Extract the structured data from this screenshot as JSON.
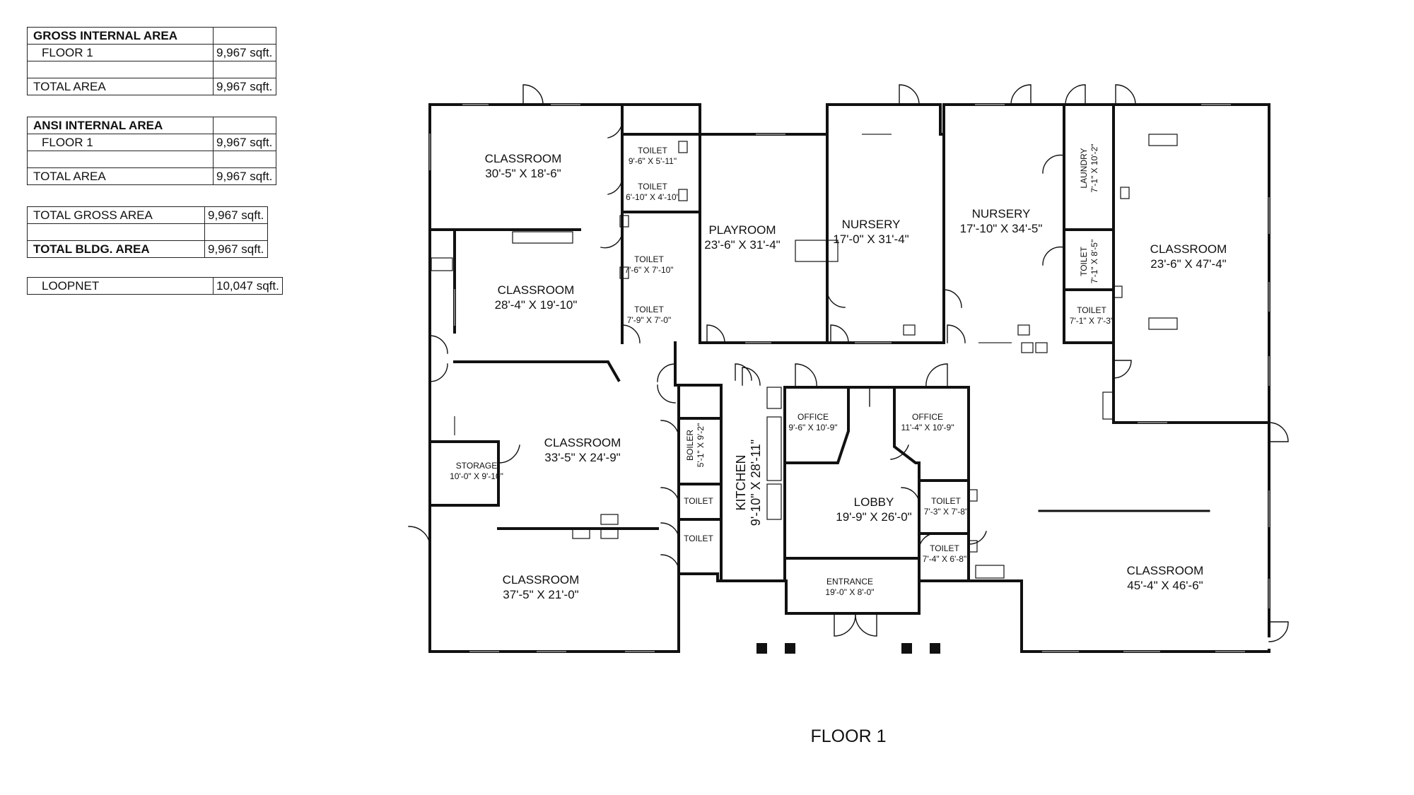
{
  "tables": [
    {
      "rows": [
        {
          "label": "GROSS INTERNAL AREA",
          "value": "",
          "bold": true,
          "indent": false
        },
        {
          "label": "FLOOR 1",
          "value": "9,967 sqft.",
          "bold": false,
          "indent": true
        },
        {
          "label": "",
          "value": "",
          "bold": false,
          "indent": false
        },
        {
          "label": "TOTAL AREA",
          "value": "9,967 sqft.",
          "bold": false,
          "indent": false
        }
      ]
    },
    {
      "rows": [
        {
          "label": "ANSI INTERNAL AREA",
          "value": "",
          "bold": true,
          "indent": false
        },
        {
          "label": "FLOOR 1",
          "value": "9,967 sqft.",
          "bold": false,
          "indent": true
        },
        {
          "label": "",
          "value": "",
          "bold": false,
          "indent": false
        },
        {
          "label": "TOTAL AREA",
          "value": "9,967 sqft.",
          "bold": false,
          "indent": false
        }
      ]
    },
    {
      "rows": [
        {
          "label": "TOTAL GROSS AREA",
          "value": "9,967 sqft.",
          "bold": false,
          "indent": false
        },
        {
          "label": "",
          "value": "",
          "bold": false,
          "indent": false
        },
        {
          "label": "TOTAL BLDG. AREA",
          "value": "9,967 sqft.",
          "bold": true,
          "indent": false
        }
      ]
    },
    {
      "rows": [
        {
          "label": "LOOPNET",
          "value": "10,047 sqft.",
          "bold": false,
          "indent": true
        }
      ]
    }
  ],
  "rooms": {
    "classroom_nw": {
      "name": "CLASSROOM",
      "dims": "30'-5\" X 18'-6\""
    },
    "classroom_w2": {
      "name": "CLASSROOM",
      "dims": "28'-4\" X 19'-10\""
    },
    "classroom_w3": {
      "name": "CLASSROOM",
      "dims": "33'-5\" X 24'-9\""
    },
    "classroom_sw": {
      "name": "CLASSROOM",
      "dims": "37'-5\" X 21'-0\""
    },
    "storage": {
      "name": "STORAGE",
      "dims": "10'-0\" X 9'-10\""
    },
    "toilet_1": {
      "name": "TOILET",
      "dims": "9'-6\" X 5'-11\""
    },
    "toilet_2": {
      "name": "TOILET",
      "dims": "6'-10\" X 4'-10\""
    },
    "toilet_3": {
      "name": "TOILET",
      "dims": "7'-6\" X 7'-10\""
    },
    "toilet_4": {
      "name": "TOILET",
      "dims": "7'-9\" X 7'-0\""
    },
    "playroom": {
      "name": "PLAYROOM",
      "dims": "23'-6\" X 31'-4\""
    },
    "nursery_1": {
      "name": "NURSERY",
      "dims": "17'-0\" X 31'-4\""
    },
    "nursery_2": {
      "name": "NURSERY",
      "dims": "17'-10\" X 34'-5\""
    },
    "laundry": {
      "name": "LAUNDRY",
      "dims": "7'-1\" X 10'-2\""
    },
    "toilet_5": {
      "name": "TOILET",
      "dims": "7'-1\" X 8'-5\""
    },
    "toilet_6": {
      "name": "TOILET",
      "dims": "7'-1\" X 7'-3\""
    },
    "classroom_ne": {
      "name": "CLASSROOM",
      "dims": "23'-6\" X 47'-4\""
    },
    "boiler": {
      "name": "BOILER",
      "dims": "5'-1\" X 9'-2\""
    },
    "toilet_7": {
      "name": "TOILET",
      "dims": ""
    },
    "toilet_8": {
      "name": "TOILET",
      "dims": ""
    },
    "kitchen": {
      "name": "KITCHEN",
      "dims": "9'-10\" X 28'-11\""
    },
    "office_1": {
      "name": "OFFICE",
      "dims": "9'-6\" X 10'-9\""
    },
    "office_2": {
      "name": "OFFICE",
      "dims": "11'-4\" X 10'-9\""
    },
    "lobby": {
      "name": "LOBBY",
      "dims": "19'-9\" X 26'-0\""
    },
    "entrance": {
      "name": "ENTRANCE",
      "dims": "19'-0\" X 8'-0\""
    },
    "toilet_9": {
      "name": "TOILET",
      "dims": "7'-3\" X 7'-8\""
    },
    "toilet_10": {
      "name": "TOILET",
      "dims": "7'-4\" X 6'-8\""
    },
    "classroom_se": {
      "name": "CLASSROOM",
      "dims": "45'-4\" X 46'-6\""
    }
  },
  "floor_label": "FLOOR 1"
}
